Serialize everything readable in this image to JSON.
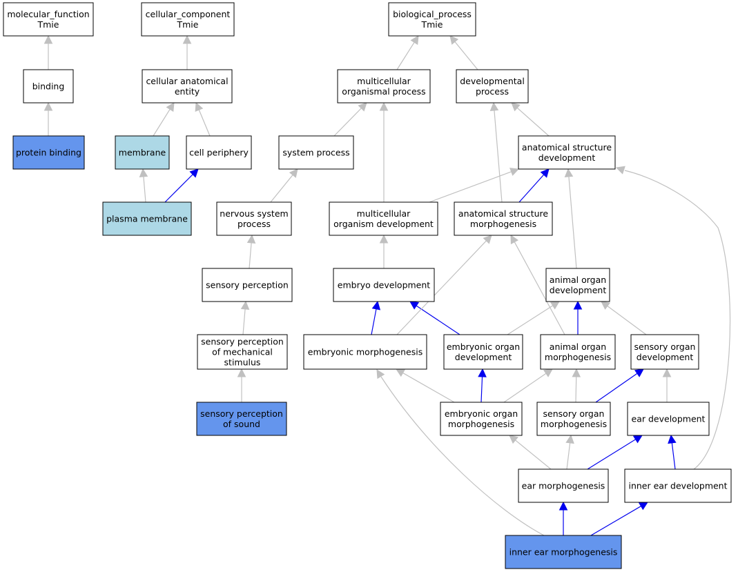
{
  "colors": {
    "default_fill": "#ffffff",
    "query_fill": "#6495ed",
    "component_fill": "#add8e6",
    "gray_edge": "#c0c0c0",
    "blue_edge": "#0000ee"
  },
  "nodes": [
    {
      "id": "mf",
      "lines": [
        "molecular_function",
        "Tmie"
      ],
      "fill": "#ffffff"
    },
    {
      "id": "binding",
      "lines": [
        "binding"
      ],
      "fill": "#ffffff"
    },
    {
      "id": "protein_binding",
      "lines": [
        "protein binding"
      ],
      "fill": "#6495ed"
    },
    {
      "id": "cc",
      "lines": [
        "cellular_component",
        "Tmie"
      ],
      "fill": "#ffffff"
    },
    {
      "id": "cae",
      "lines": [
        "cellular anatomical",
        "entity"
      ],
      "fill": "#ffffff"
    },
    {
      "id": "membrane",
      "lines": [
        "membrane"
      ],
      "fill": "#add8e6"
    },
    {
      "id": "cell_periphery",
      "lines": [
        "cell periphery"
      ],
      "fill": "#ffffff"
    },
    {
      "id": "plasma_membrane",
      "lines": [
        "plasma membrane"
      ],
      "fill": "#add8e6"
    },
    {
      "id": "bp",
      "lines": [
        "biological_process",
        "Tmie"
      ],
      "fill": "#ffffff"
    },
    {
      "id": "mcop",
      "lines": [
        "multicellular",
        "organismal process"
      ],
      "fill": "#ffffff"
    },
    {
      "id": "devp",
      "lines": [
        "developmental",
        "process"
      ],
      "fill": "#ffffff"
    },
    {
      "id": "sysp",
      "lines": [
        "system process"
      ],
      "fill": "#ffffff"
    },
    {
      "id": "asd",
      "lines": [
        "anatomical structure",
        "development"
      ],
      "fill": "#ffffff"
    },
    {
      "id": "nsp",
      "lines": [
        "nervous system",
        "process"
      ],
      "fill": "#ffffff"
    },
    {
      "id": "mod",
      "lines": [
        "multicellular",
        "organism development"
      ],
      "fill": "#ffffff"
    },
    {
      "id": "asm",
      "lines": [
        "anatomical structure",
        "morphogenesis"
      ],
      "fill": "#ffffff"
    },
    {
      "id": "sp",
      "lines": [
        "sensory perception"
      ],
      "fill": "#ffffff"
    },
    {
      "id": "embd",
      "lines": [
        "embryo development"
      ],
      "fill": "#ffffff"
    },
    {
      "id": "aod",
      "lines": [
        "animal organ",
        "development"
      ],
      "fill": "#ffffff"
    },
    {
      "id": "spms",
      "lines": [
        "sensory perception",
        "of mechanical",
        "stimulus"
      ],
      "fill": "#ffffff"
    },
    {
      "id": "embm",
      "lines": [
        "embryonic morphogenesis"
      ],
      "fill": "#ffffff"
    },
    {
      "id": "eod",
      "lines": [
        "embryonic organ",
        "development"
      ],
      "fill": "#ffffff"
    },
    {
      "id": "aom",
      "lines": [
        "animal organ",
        "morphogenesis"
      ],
      "fill": "#ffffff"
    },
    {
      "id": "sod",
      "lines": [
        "sensory organ",
        "development"
      ],
      "fill": "#ffffff"
    },
    {
      "id": "sps",
      "lines": [
        "sensory perception",
        "of sound"
      ],
      "fill": "#6495ed"
    },
    {
      "id": "eom",
      "lines": [
        "embryonic organ",
        "morphogenesis"
      ],
      "fill": "#ffffff"
    },
    {
      "id": "som",
      "lines": [
        "sensory organ",
        "morphogenesis"
      ],
      "fill": "#ffffff"
    },
    {
      "id": "eard",
      "lines": [
        "ear development"
      ],
      "fill": "#ffffff"
    },
    {
      "id": "earm",
      "lines": [
        "ear morphogenesis"
      ],
      "fill": "#ffffff"
    },
    {
      "id": "ied",
      "lines": [
        "inner ear development"
      ],
      "fill": "#ffffff"
    },
    {
      "id": "iem",
      "lines": [
        "inner ear morphogenesis"
      ],
      "fill": "#6495ed"
    }
  ],
  "edges": [
    {
      "from": "binding",
      "to": "mf",
      "color": "gray"
    },
    {
      "from": "protein_binding",
      "to": "binding",
      "color": "gray"
    },
    {
      "from": "cae",
      "to": "cc",
      "color": "gray"
    },
    {
      "from": "membrane",
      "to": "cae",
      "color": "gray"
    },
    {
      "from": "cell_periphery",
      "to": "cae",
      "color": "gray"
    },
    {
      "from": "plasma_membrane",
      "to": "membrane",
      "color": "gray"
    },
    {
      "from": "plasma_membrane",
      "to": "cell_periphery",
      "color": "blue"
    },
    {
      "from": "mcop",
      "to": "bp",
      "color": "gray"
    },
    {
      "from": "devp",
      "to": "bp",
      "color": "gray"
    },
    {
      "from": "sysp",
      "to": "mcop",
      "color": "gray"
    },
    {
      "from": "mod",
      "to": "mcop",
      "color": "gray"
    },
    {
      "from": "asd",
      "to": "devp",
      "color": "gray"
    },
    {
      "from": "asm",
      "to": "devp",
      "color": "gray"
    },
    {
      "from": "nsp",
      "to": "sysp",
      "color": "gray"
    },
    {
      "from": "mod",
      "to": "asd",
      "color": "gray"
    },
    {
      "from": "asm",
      "to": "asd",
      "color": "blue"
    },
    {
      "from": "aod",
      "to": "asd",
      "color": "gray"
    },
    {
      "from": "ied",
      "to": "asd",
      "color": "gray",
      "curve": "right"
    },
    {
      "from": "sp",
      "to": "nsp",
      "color": "gray"
    },
    {
      "from": "embd",
      "to": "mod",
      "color": "gray"
    },
    {
      "from": "spms",
      "to": "sp",
      "color": "gray"
    },
    {
      "from": "embm",
      "to": "embd",
      "color": "blue"
    },
    {
      "from": "eod",
      "to": "embd",
      "color": "blue"
    },
    {
      "from": "embm",
      "to": "asm",
      "color": "gray"
    },
    {
      "from": "aom",
      "to": "asm",
      "color": "gray"
    },
    {
      "from": "eod",
      "to": "aod",
      "color": "gray"
    },
    {
      "from": "aom",
      "to": "aod",
      "color": "blue"
    },
    {
      "from": "sod",
      "to": "aod",
      "color": "gray"
    },
    {
      "from": "sps",
      "to": "spms",
      "color": "gray"
    },
    {
      "from": "eom",
      "to": "embm",
      "color": "gray"
    },
    {
      "from": "eom",
      "to": "eod",
      "color": "blue"
    },
    {
      "from": "eom",
      "to": "aom",
      "color": "gray"
    },
    {
      "from": "som",
      "to": "aom",
      "color": "gray"
    },
    {
      "from": "som",
      "to": "sod",
      "color": "blue"
    },
    {
      "from": "eard",
      "to": "sod",
      "color": "gray"
    },
    {
      "from": "earm",
      "to": "eom",
      "color": "gray"
    },
    {
      "from": "earm",
      "to": "som",
      "color": "gray"
    },
    {
      "from": "earm",
      "to": "eard",
      "color": "blue"
    },
    {
      "from": "ied",
      "to": "eard",
      "color": "blue"
    },
    {
      "from": "iem",
      "to": "earm",
      "color": "blue"
    },
    {
      "from": "iem",
      "to": "ied",
      "color": "blue"
    },
    {
      "from": "iem",
      "to": "embm",
      "color": "gray",
      "curve": "left"
    }
  ]
}
